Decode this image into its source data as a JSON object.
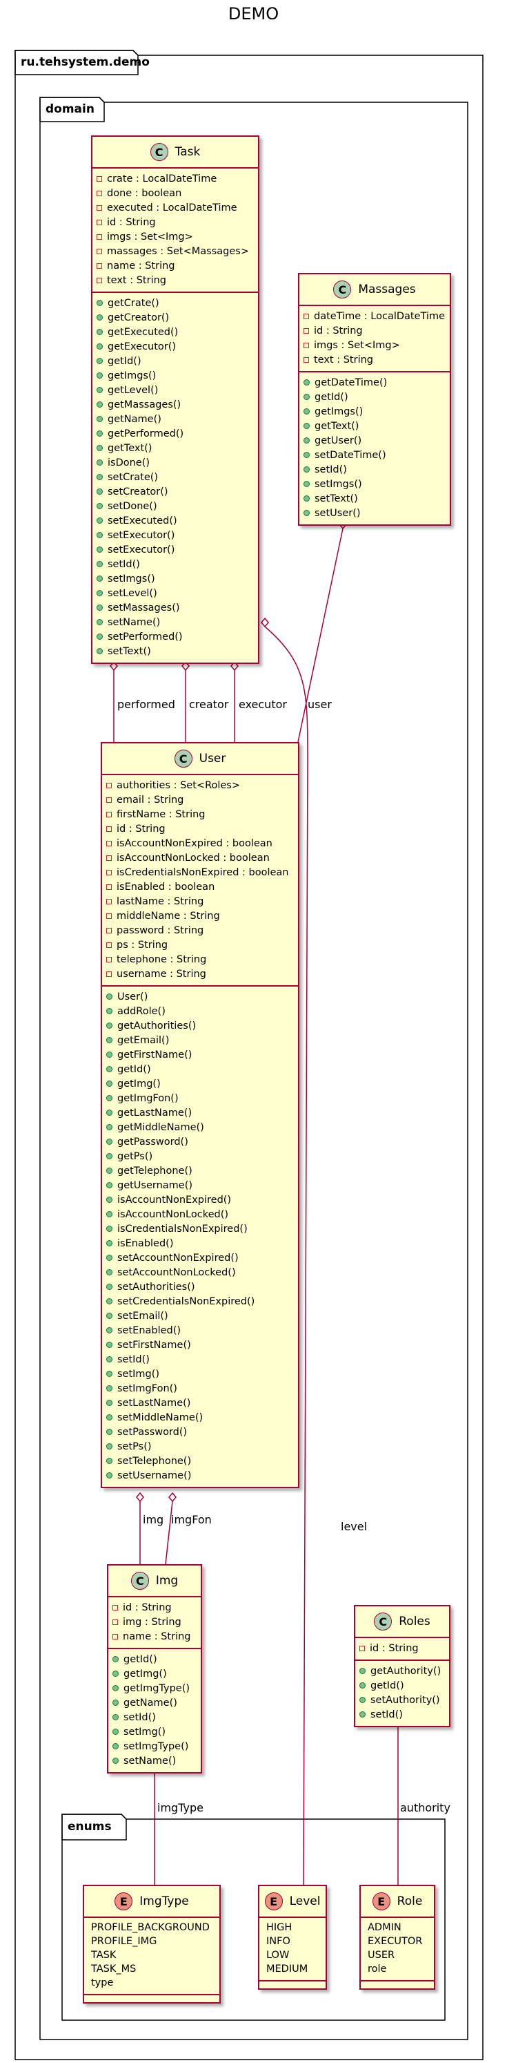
{
  "title": "DEMO",
  "colors": {
    "class_fill": "#FEFECE",
    "class_border": "#A80036",
    "class_badge": "#ADD1B2",
    "enum_badge": "#EB937F",
    "private_marker": "#C82930",
    "public_marker": "#84BE84"
  },
  "packages": {
    "root": "ru.tehsystem.demo",
    "domain": "domain",
    "enums": "enums"
  },
  "classes": {
    "task": {
      "stereotype": "C",
      "name": "Task",
      "fields": [
        "crate : LocalDateTime",
        "done : boolean",
        "executed : LocalDateTime",
        "id : String",
        "imgs : Set<Img>",
        "massages : Set<Massages>",
        "name : String",
        "text : String"
      ],
      "methods": [
        "getCrate()",
        "getCreator()",
        "getExecuted()",
        "getExecutor()",
        "getId()",
        "getImgs()",
        "getLevel()",
        "getMassages()",
        "getName()",
        "getPerformed()",
        "getText()",
        "isDone()",
        "setCrate()",
        "setCreator()",
        "setDone()",
        "setExecuted()",
        "setExecutor()",
        "setExecutor()",
        "setId()",
        "setImgs()",
        "setLevel()",
        "setMassages()",
        "setName()",
        "setPerformed()",
        "setText()"
      ]
    },
    "massages": {
      "stereotype": "C",
      "name": "Massages",
      "fields": [
        "dateTime : LocalDateTime",
        "id : String",
        "imgs : Set<Img>",
        "text : String"
      ],
      "methods": [
        "getDateTime()",
        "getId()",
        "getImgs()",
        "getText()",
        "getUser()",
        "setDateTime()",
        "setId()",
        "setImgs()",
        "setText()",
        "setUser()"
      ]
    },
    "user": {
      "stereotype": "C",
      "name": "User",
      "fields": [
        "authorities : Set<Roles>",
        "email : String",
        "firstName : String",
        "id : String",
        "isAccountNonExpired : boolean",
        "isAccountNonLocked : boolean",
        "isCredentialsNonExpired : boolean",
        "isEnabled : boolean",
        "lastName : String",
        "middleName : String",
        "password : String",
        "ps : String",
        "telephone : String",
        "username : String"
      ],
      "methods": [
        "User()",
        "addRole()",
        "getAuthorities()",
        "getEmail()",
        "getFirstName()",
        "getId()",
        "getImg()",
        "getImgFon()",
        "getLastName()",
        "getMiddleName()",
        "getPassword()",
        "getPs()",
        "getTelephone()",
        "getUsername()",
        "isAccountNonExpired()",
        "isAccountNonLocked()",
        "isCredentialsNonExpired()",
        "isEnabled()",
        "setAccountNonExpired()",
        "setAccountNonLocked()",
        "setAuthorities()",
        "setCredentialsNonExpired()",
        "setEmail()",
        "setEnabled()",
        "setFirstName()",
        "setId()",
        "setImg()",
        "setImgFon()",
        "setLastName()",
        "setMiddleName()",
        "setPassword()",
        "setPs()",
        "setTelephone()",
        "setUsername()"
      ]
    },
    "img": {
      "stereotype": "C",
      "name": "Img",
      "fields": [
        "id : String",
        "img : String",
        "name : String"
      ],
      "methods": [
        "getId()",
        "getImg()",
        "getImgType()",
        "getName()",
        "setId()",
        "setImg()",
        "setImgType()",
        "setName()"
      ]
    },
    "roles": {
      "stereotype": "C",
      "name": "Roles",
      "fields": [
        "id : String"
      ],
      "methods": [
        "getAuthority()",
        "getId()",
        "setAuthority()",
        "setId()"
      ]
    }
  },
  "enums": {
    "imgtype": {
      "stereotype": "E",
      "name": "ImgType",
      "values": [
        "PROFILE_BACKGROUND",
        "PROFILE_IMG",
        "TASK",
        "TASK_MS",
        "type"
      ]
    },
    "level": {
      "stereotype": "E",
      "name": "Level",
      "values": [
        "HIGH",
        "INFO",
        "LOW",
        "MEDIUM"
      ]
    },
    "role": {
      "stereotype": "E",
      "name": "Role",
      "values": [
        "ADMIN",
        "EXECUTOR",
        "USER",
        "role"
      ]
    }
  },
  "relations": {
    "performed": "performed",
    "creator": "creator",
    "executor": "executor",
    "user": "user",
    "level": "level",
    "img": "img",
    "imgFon": "imgFon",
    "imgType": "imgType",
    "authority": "authority"
  }
}
